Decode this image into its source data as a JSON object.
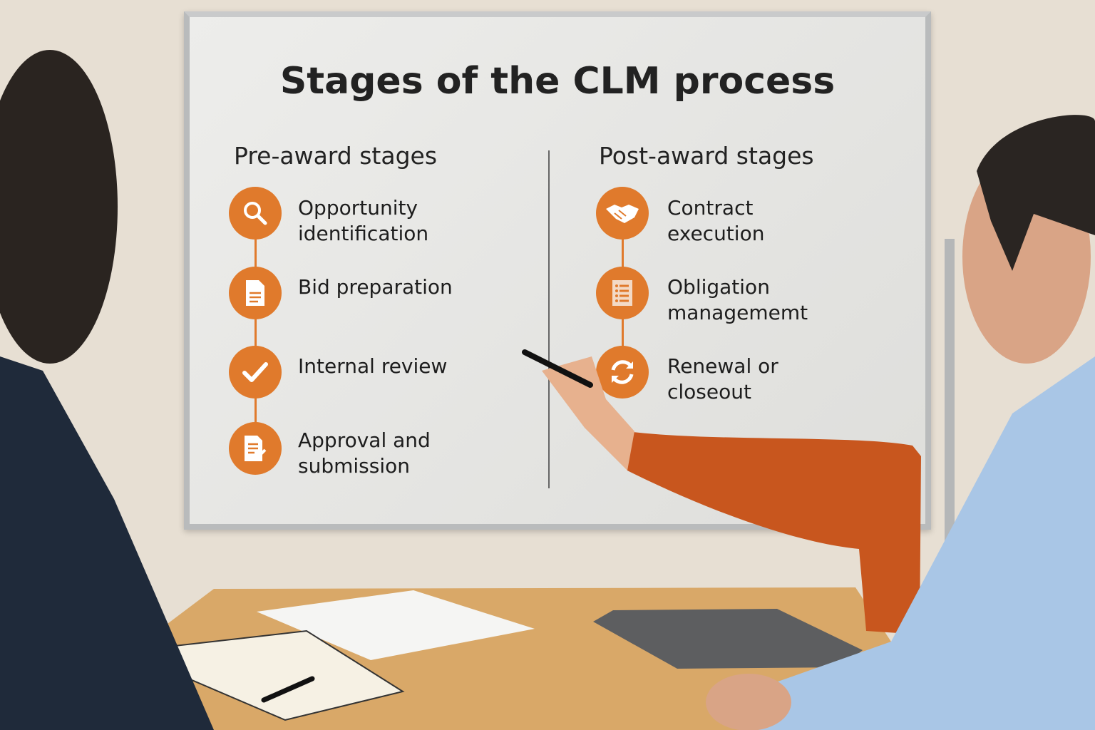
{
  "board": {
    "title": "Stages of the CLM process",
    "pre_award": {
      "heading": "Pre-award stages",
      "steps": [
        {
          "line1": "Opportunity",
          "line2": "identification",
          "icon": "search-icon"
        },
        {
          "line1": "Bid preparation",
          "line2": "",
          "icon": "document-icon"
        },
        {
          "line1": "Internal review",
          "line2": "",
          "icon": "checkmark-icon"
        },
        {
          "line1": "Approval and",
          "line2": "submission",
          "icon": "signed-document-icon"
        }
      ]
    },
    "post_award": {
      "heading": "Post-award stages",
      "steps": [
        {
          "line1": "Contract",
          "line2": "execution",
          "icon": "handshake-icon"
        },
        {
          "line1": "Obligation",
          "line2": "managememt",
          "icon": "checklist-icon"
        },
        {
          "line1": "Renewal or",
          "line2": "closeout",
          "icon": "renew-icon"
        }
      ]
    },
    "accent": "#e07a2c"
  }
}
